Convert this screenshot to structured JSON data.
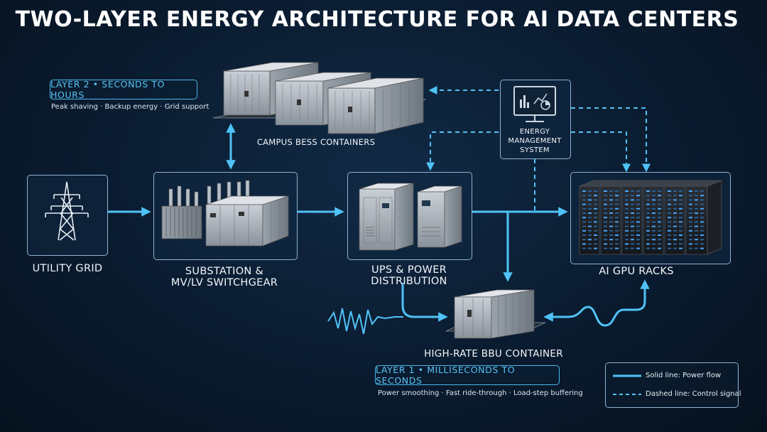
{
  "title": "TWO-LAYER ENERGY ARCHITECTURE FOR AI DATA CENTERS",
  "nodes": {
    "utility_grid": "UTILITY GRID",
    "substation_line1": "SUBSTATION &",
    "substation_line2": "MV/LV SWITCHGEAR",
    "ups_line1": "UPS & POWER",
    "ups_line2": "DISTRIBUTION",
    "gpu_racks": "AI GPU RACKS",
    "bess": "CAMPUS BESS CONTAINERS",
    "ems_line1": "ENERGY",
    "ems_line2": "MANAGEMENT",
    "ems_line3": "SYSTEM",
    "bbu": "HIGH-RATE BBU CONTAINER"
  },
  "layer2": {
    "badge": "LAYER 2 • SECONDS TO HOURS",
    "description": "Peak shaving · Backup energy · Grid support"
  },
  "layer1": {
    "badge": "LAYER 1 • MILLISECONDS TO SECONDS",
    "description": "Power smoothing · Fast ride-through · Load-step buffering"
  },
  "legend": {
    "solid": "Solid line: Power flow",
    "dashed": "Dashed line: Control signal"
  },
  "colors": {
    "background": "#0a1b2f",
    "power_flow": "#4fc3f7",
    "control_signal": "#4fc3f7",
    "box_border": "#8fb3d4",
    "accent_text": "#59c3f5"
  }
}
